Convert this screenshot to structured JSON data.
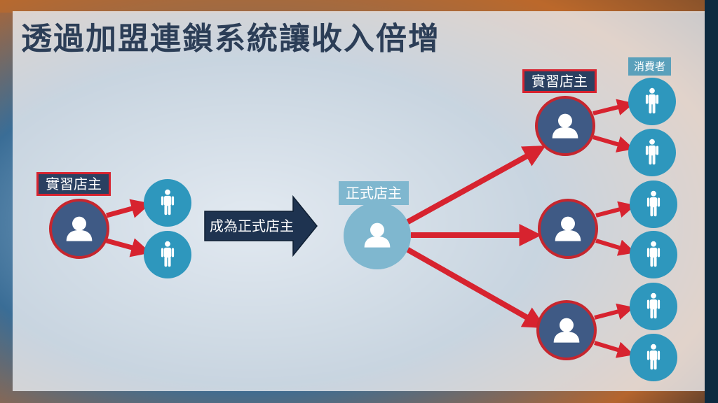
{
  "title": "透過加盟連鎖系統讓收入倍增",
  "labels": {
    "intern_left": "實習店主",
    "intern_right": "實習店主",
    "formal": "正式店主",
    "consumer": "消費者",
    "transition": "成為正式店主"
  },
  "colors": {
    "title": "#2c3e57",
    "owner_fill": "#3f5a85",
    "owner_border": "#c6262e",
    "formal_fill": "#7fb7cf",
    "consumer_fill": "#2e97bd",
    "arrow_red": "#d7232f",
    "transition_arrow": "#1e3350"
  },
  "icons": {
    "owner": "person-bust-icon",
    "consumer": "person-standing-icon",
    "transition": "right-arrow-icon"
  }
}
